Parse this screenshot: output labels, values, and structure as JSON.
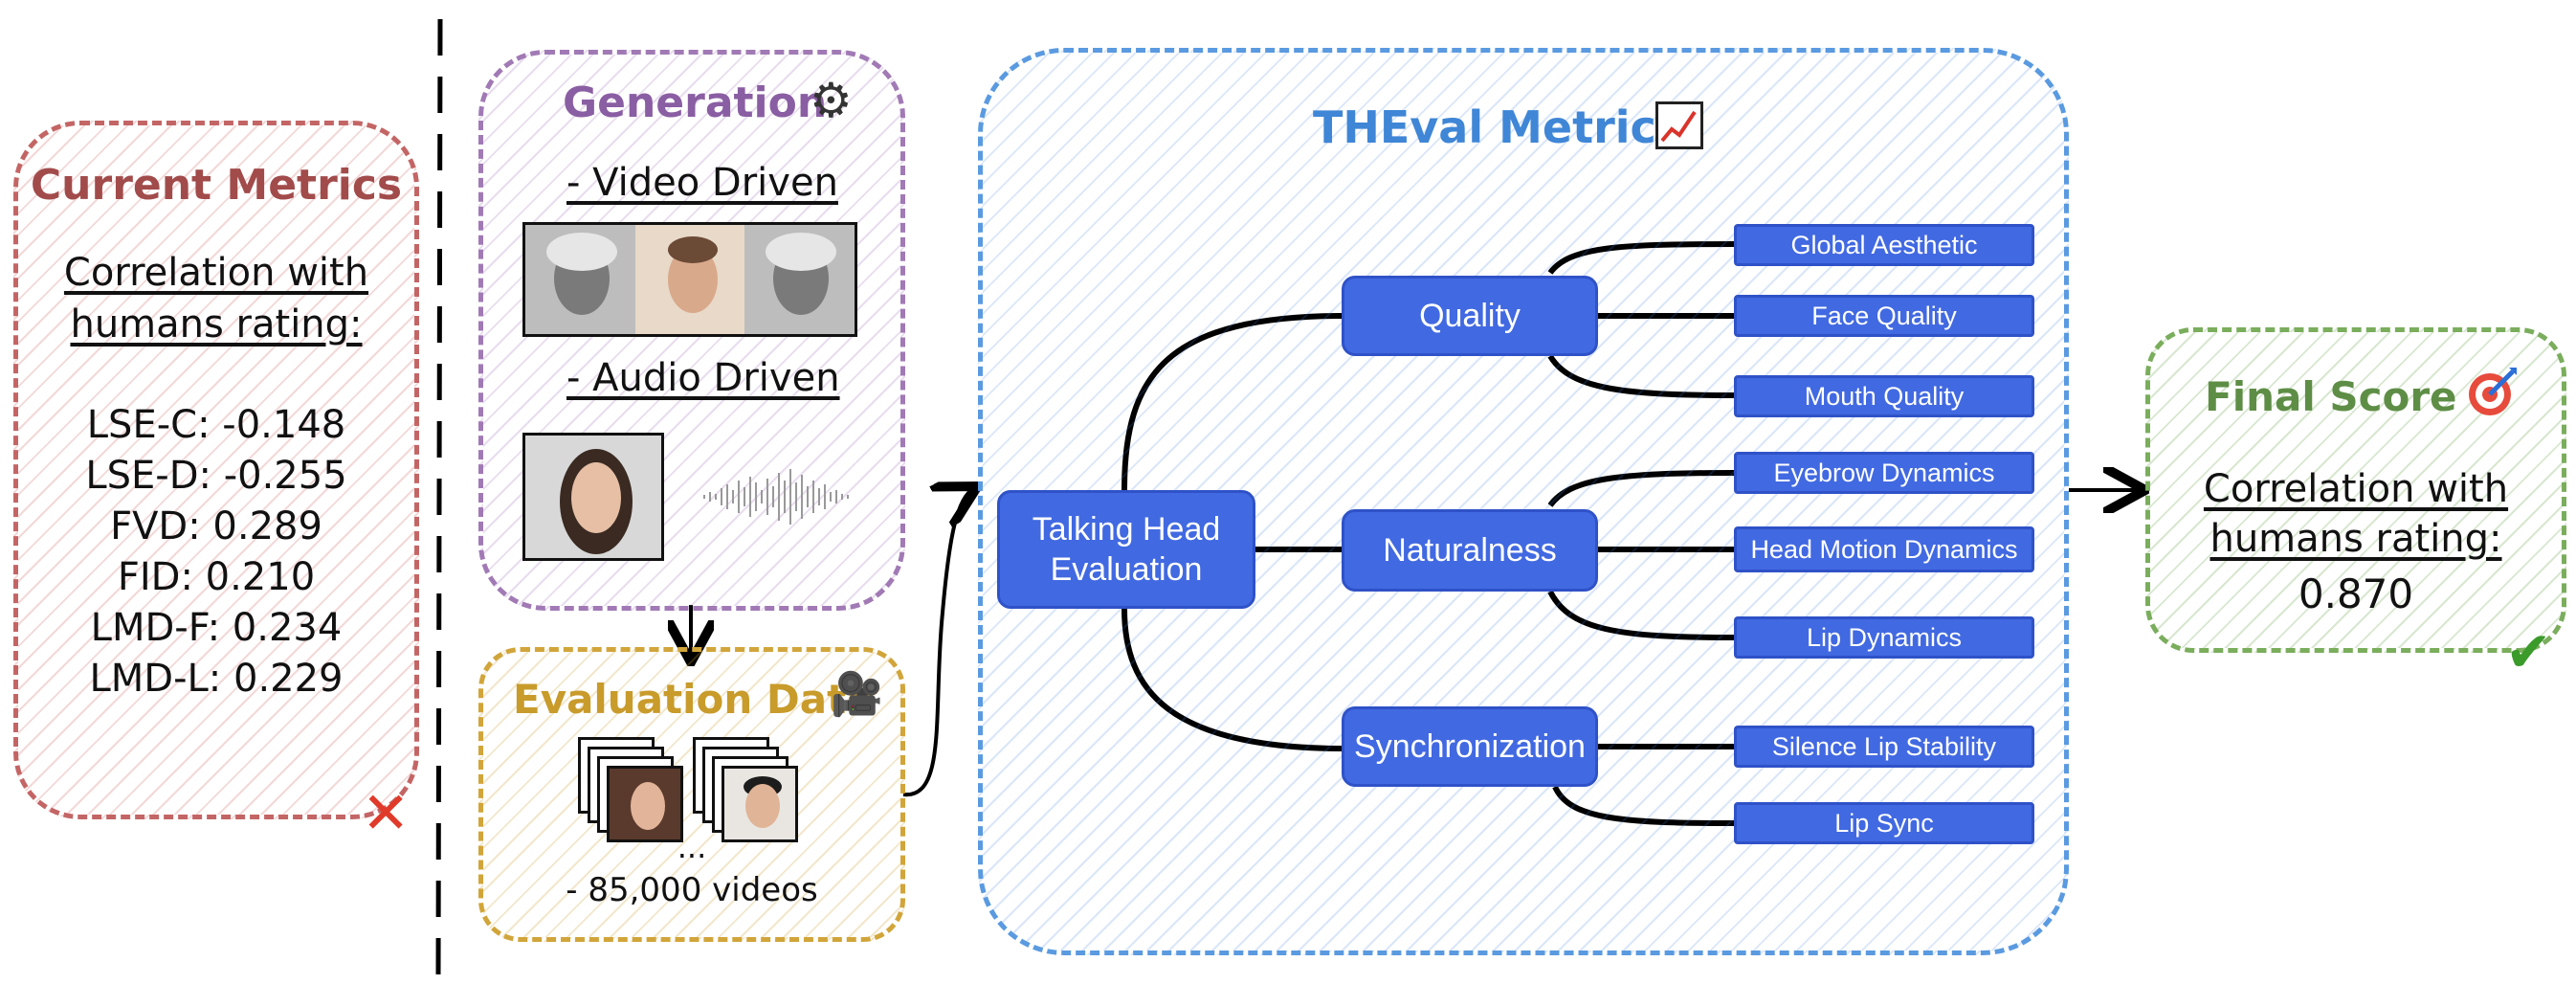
{
  "current": {
    "title": "Current Metrics",
    "corr_line1": "Correlation with",
    "corr_line2": "humans rating:",
    "metrics": [
      "LSE-C: -0.148",
      "LSE-D: -0.255",
      "FVD: 0.289",
      "FID: 0.210",
      "LMD-F: 0.234",
      "LMD-L: 0.229"
    ],
    "icon": "cross-mark-icon"
  },
  "generation": {
    "title": "Generation",
    "icon": "gear-icon",
    "video_label": "- Video Driven",
    "audio_label": "- Audio Driven"
  },
  "evaluation": {
    "title": "Evaluation Data",
    "icon": "film-projector-icon",
    "ellipsis": "...",
    "count": "- 85,000 videos"
  },
  "theval": {
    "title": "THEval Metrics",
    "icon": "chart-increasing-icon",
    "root": "Talking Head Evaluation",
    "quality": "Quality",
    "naturalness": "Naturalness",
    "synchronization": "Synchronization",
    "leaves": {
      "global_aesthetic": "Global Aesthetic",
      "face_quality": "Face Quality",
      "mouth_quality": "Mouth Quality",
      "eyebrow_dynamics": "Eyebrow Dynamics",
      "head_motion_dynamics": "Head Motion Dynamics",
      "lip_dynamics": "Lip Dynamics",
      "silence_lip_stability": "Silence Lip Stability",
      "lip_sync": "Lip Sync"
    }
  },
  "final": {
    "title": "Final Score",
    "icon": "target-icon",
    "corr_line1": "Correlation with",
    "corr_line2": "humans rating:",
    "value": "0.870",
    "check_icon": "check-mark-icon"
  },
  "colors": {
    "current": "#a24b4b",
    "generation": "#8a5ea3",
    "evaluation": "#c89b2b",
    "theval": "#3f86d6",
    "final": "#5e8e46",
    "node": "#4169e1"
  }
}
